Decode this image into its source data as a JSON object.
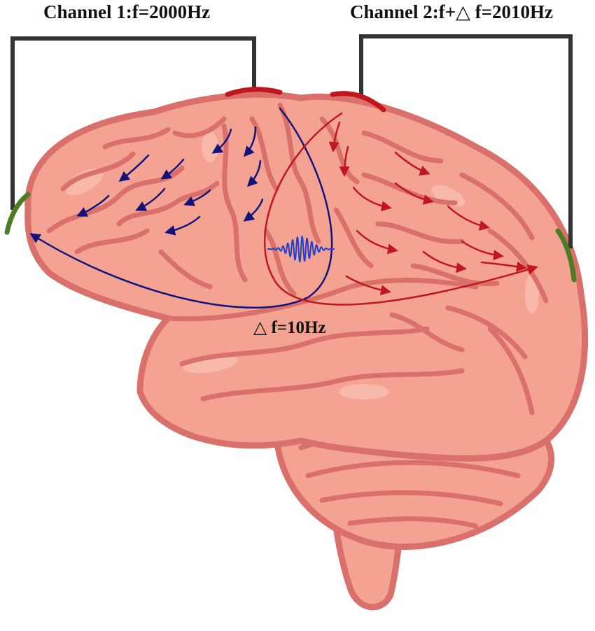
{
  "labels": {
    "channel1": "Channel 1:f=2000Hz",
    "channel2": "Channel 2:f+△ f=2010Hz",
    "beat": "△ f=10Hz"
  },
  "colors": {
    "brain_fill": "#f4a392",
    "brain_outline": "#d9706b",
    "brain_light": "#f8bdb0",
    "wire": "#333333",
    "electrode_red": "#c0161d",
    "electrode_green": "#4e7c24",
    "channel1_field": "#12127a",
    "channel2_field": "#c0161d",
    "beat_wave": "#1f3fd0"
  },
  "icons": {
    "organ": "brain-icon",
    "interference": "wave-packet-icon"
  }
}
